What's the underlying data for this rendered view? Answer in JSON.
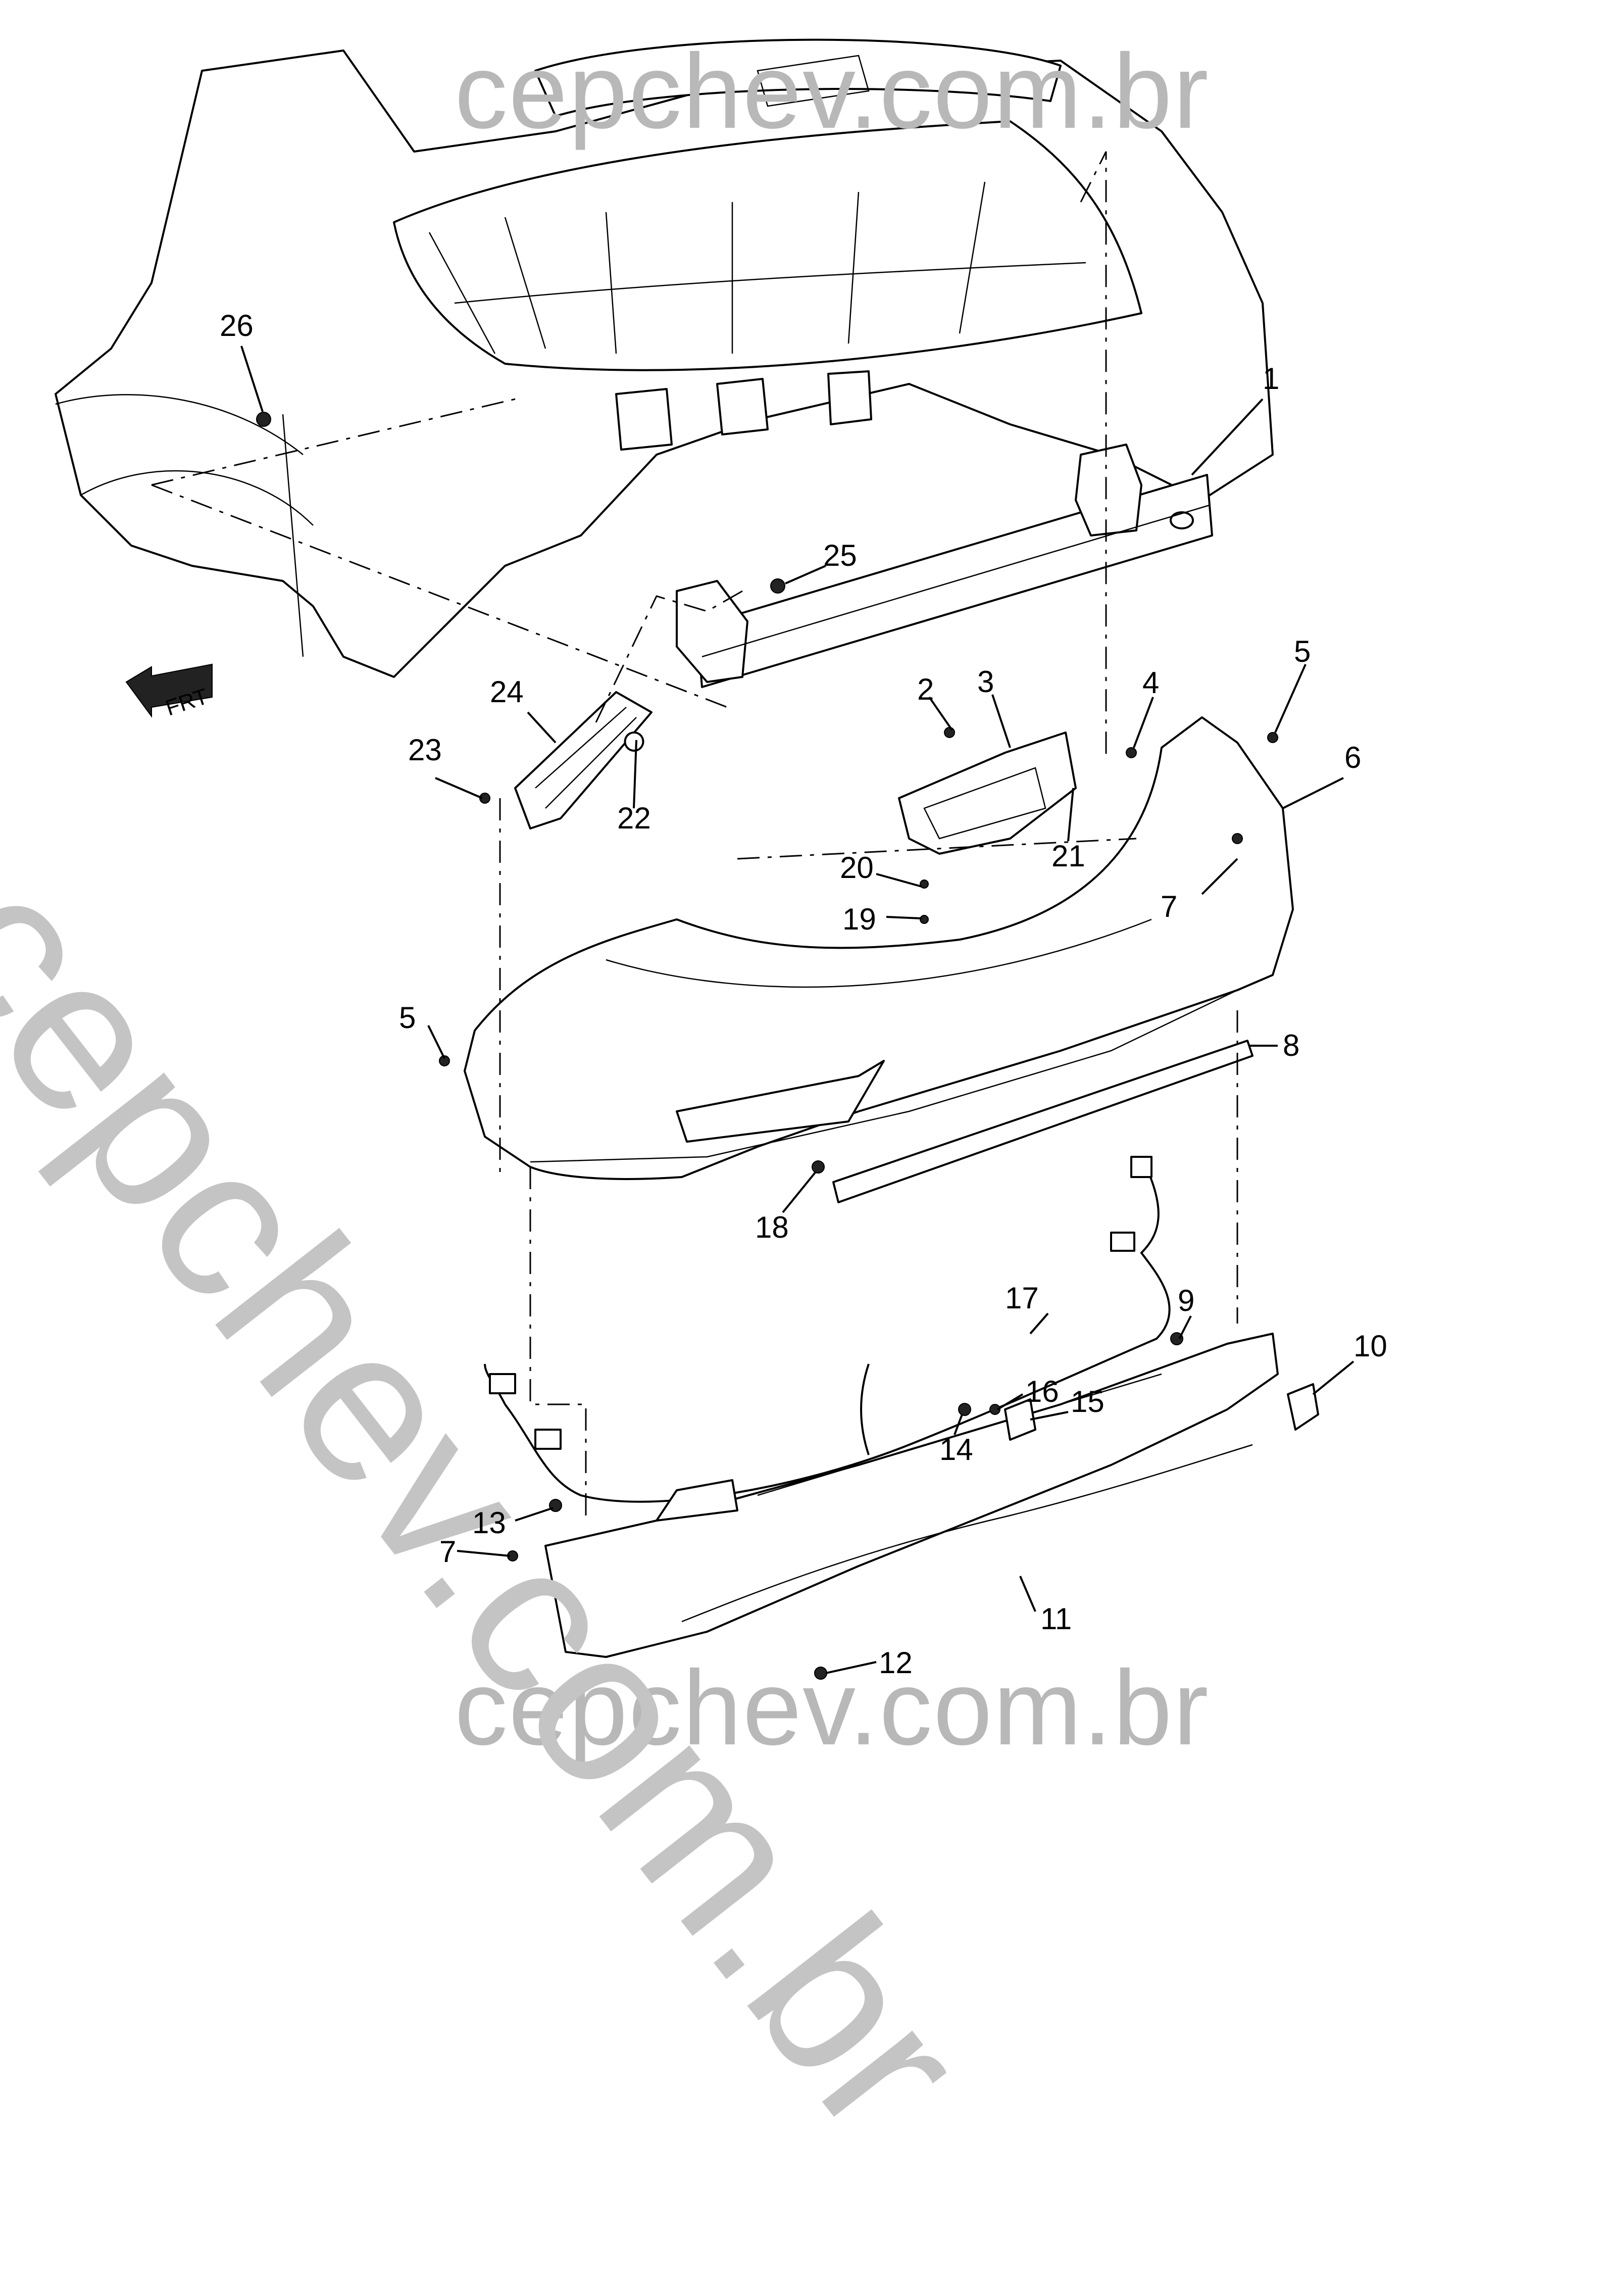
{
  "watermark": {
    "top": "cepchev.com.br",
    "bottom": "cepchev.com.br",
    "diagonal": "cepchev.com.br"
  },
  "direction_label": "FRT",
  "callouts": [
    {
      "id": "c1",
      "text": "1"
    },
    {
      "id": "c2",
      "text": "2"
    },
    {
      "id": "c3",
      "text": "3"
    },
    {
      "id": "c4",
      "text": "4"
    },
    {
      "id": "c5a",
      "text": "5"
    },
    {
      "id": "c5b",
      "text": "5"
    },
    {
      "id": "c6",
      "text": "6"
    },
    {
      "id": "c7a",
      "text": "7"
    },
    {
      "id": "c7b",
      "text": "7"
    },
    {
      "id": "c8",
      "text": "8"
    },
    {
      "id": "c9",
      "text": "9"
    },
    {
      "id": "c10",
      "text": "10"
    },
    {
      "id": "c11",
      "text": "11"
    },
    {
      "id": "c12",
      "text": "12"
    },
    {
      "id": "c13",
      "text": "13"
    },
    {
      "id": "c14",
      "text": "14"
    },
    {
      "id": "c15",
      "text": "15"
    },
    {
      "id": "c16",
      "text": "16"
    },
    {
      "id": "c17",
      "text": "17"
    },
    {
      "id": "c18",
      "text": "18"
    },
    {
      "id": "c19",
      "text": "19"
    },
    {
      "id": "c20",
      "text": "20"
    },
    {
      "id": "c21",
      "text": "21"
    },
    {
      "id": "c22",
      "text": "22"
    },
    {
      "id": "c23",
      "text": "23"
    },
    {
      "id": "c24",
      "text": "24"
    },
    {
      "id": "c25",
      "text": "25"
    },
    {
      "id": "c26",
      "text": "26"
    }
  ]
}
